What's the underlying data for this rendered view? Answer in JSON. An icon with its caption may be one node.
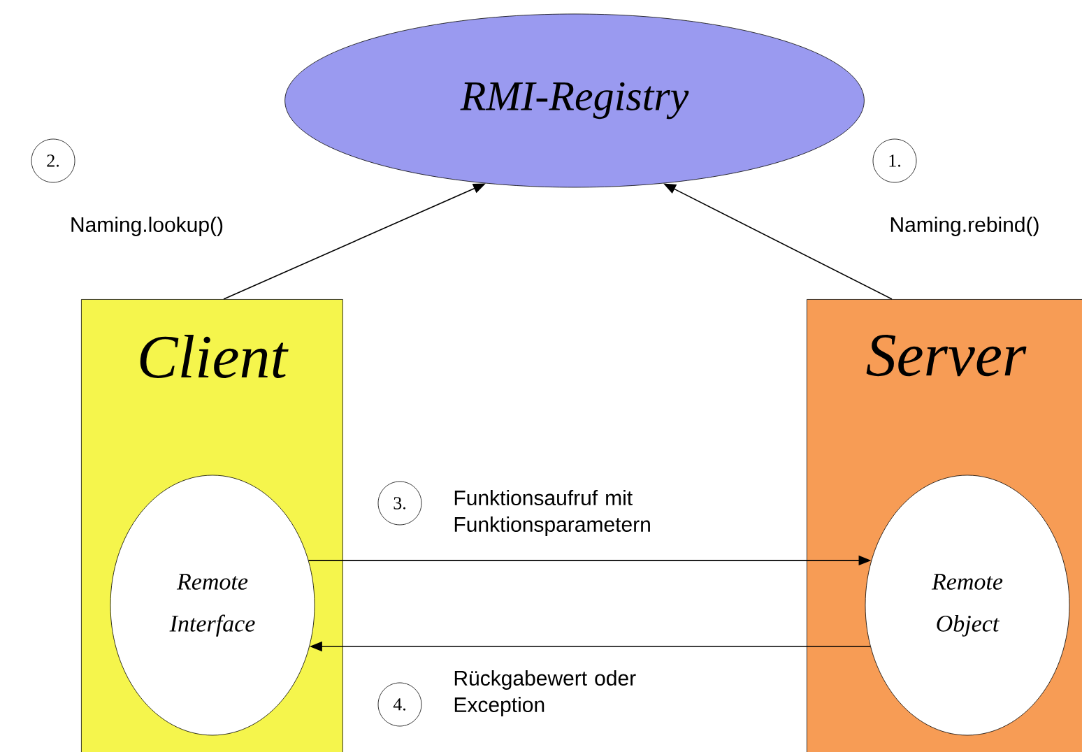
{
  "diagram": {
    "nodes": [
      {
        "text": [
          "RMI-Registry"
        ]
      },
      {
        "text": [
          "2."
        ]
      },
      {
        "text": [
          "1."
        ]
      },
      {
        "text": [
          "Client"
        ]
      },
      {
        "text": [
          "Remote Interface"
        ],
        "in": 3
      },
      {
        "text": [
          "Server"
        ]
      },
      {
        "text": [
          "3."
        ]
      },
      {
        "text": [
          "Remote Object"
        ],
        "in": 5
      },
      {
        "text": [
          "4."
        ]
      }
    ],
    "edges": [
      {
        "from": 3,
        "to": 0,
        "arrow": "to",
        "label": "Naming.lookup()"
      },
      {
        "from": 5,
        "to": 0,
        "arrow": "to",
        "label": "Naming.rebind()"
      },
      {
        "from": 4,
        "to": 7,
        "arrow": "to",
        "label": "Funktionsaufruf mit Funktionsparametern"
      },
      {
        "from": 7,
        "to": 4,
        "arrow": "to",
        "label": "Rückgabewert oder Exception"
      }
    ]
  }
}
